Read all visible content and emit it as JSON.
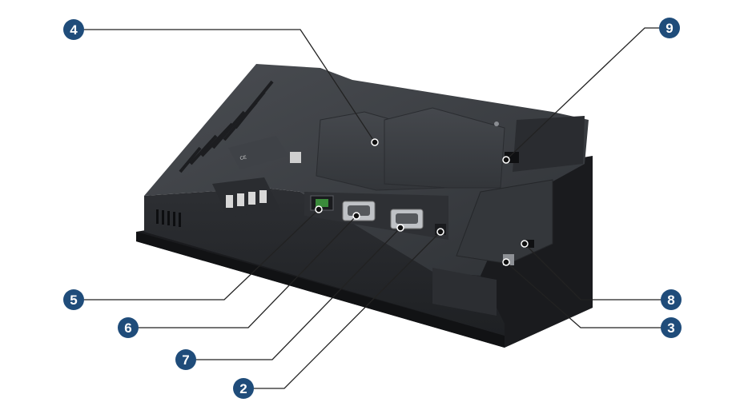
{
  "colors": {
    "badge": "#1f4c7a",
    "leader": "#222222",
    "device_body": "#3b3e43",
    "device_dark": "#26282c",
    "bezel": "#1a1b1e"
  },
  "callouts": [
    {
      "number": "4",
      "target": "rear-cover-panel"
    },
    {
      "number": "9",
      "target": "top-slot"
    },
    {
      "number": "5",
      "target": "ethernet-port"
    },
    {
      "number": "6",
      "target": "serial-port-1"
    },
    {
      "number": "7",
      "target": "serial-port-2"
    },
    {
      "number": "2",
      "target": "small-connector"
    },
    {
      "number": "8",
      "target": "side-card-slot"
    },
    {
      "number": "3",
      "target": "side-connector"
    }
  ],
  "device": {
    "label_text": "CE"
  }
}
